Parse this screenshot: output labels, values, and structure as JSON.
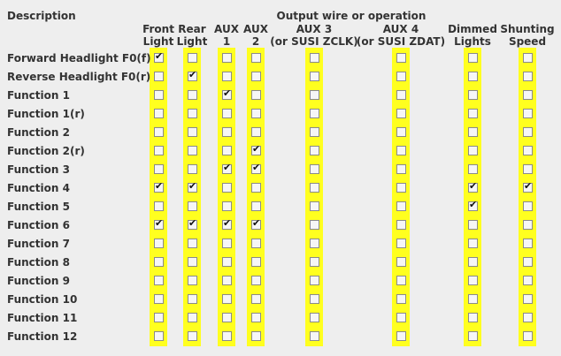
{
  "header": {
    "description": "Description",
    "group_title": "Output wire or operation"
  },
  "columns": [
    {
      "line1": "Front",
      "line2": "Light"
    },
    {
      "line1": "Rear",
      "line2": "Light"
    },
    {
      "line1": "AUX",
      "line2": "1"
    },
    {
      "line1": "AUX",
      "line2": "2"
    },
    {
      "line1": "AUX 3",
      "line2": "(or SUSI ZCLK)"
    },
    {
      "line1": "AUX 4",
      "line2": "(or SUSI ZDAT)"
    },
    {
      "line1": "Dimmed",
      "line2": "Lights"
    },
    {
      "line1": "Shunting",
      "line2": "Speed"
    }
  ],
  "rows": [
    {
      "label": "Forward Headlight F0(f)",
      "checks": [
        true,
        false,
        false,
        false,
        false,
        false,
        false,
        false
      ]
    },
    {
      "label": "Reverse Headlight F0(r)",
      "checks": [
        false,
        true,
        false,
        false,
        false,
        false,
        false,
        false
      ]
    },
    {
      "label": "Function 1",
      "checks": [
        false,
        false,
        true,
        false,
        false,
        false,
        false,
        false
      ]
    },
    {
      "label": "Function 1(r)",
      "checks": [
        false,
        false,
        false,
        false,
        false,
        false,
        false,
        false
      ]
    },
    {
      "label": "Function 2",
      "checks": [
        false,
        false,
        false,
        false,
        false,
        false,
        false,
        false
      ]
    },
    {
      "label": "Function 2(r)",
      "checks": [
        false,
        false,
        false,
        true,
        false,
        false,
        false,
        false
      ]
    },
    {
      "label": "Function 3",
      "checks": [
        false,
        false,
        true,
        true,
        false,
        false,
        false,
        false
      ]
    },
    {
      "label": "Function 4",
      "checks": [
        true,
        true,
        false,
        false,
        false,
        false,
        true,
        true
      ]
    },
    {
      "label": "Function 5",
      "checks": [
        false,
        false,
        false,
        false,
        false,
        false,
        true,
        false
      ]
    },
    {
      "label": "Function 6",
      "checks": [
        true,
        true,
        true,
        true,
        false,
        false,
        false,
        false
      ]
    },
    {
      "label": "Function 7",
      "checks": [
        false,
        false,
        false,
        false,
        false,
        false,
        false,
        false
      ]
    },
    {
      "label": "Function 8",
      "checks": [
        false,
        false,
        false,
        false,
        false,
        false,
        false,
        false
      ]
    },
    {
      "label": "Function 9",
      "checks": [
        false,
        false,
        false,
        false,
        false,
        false,
        false,
        false
      ]
    },
    {
      "label": "Function 10",
      "checks": [
        false,
        false,
        false,
        false,
        false,
        false,
        false,
        false
      ]
    },
    {
      "label": "Function 11",
      "checks": [
        false,
        false,
        false,
        false,
        false,
        false,
        false,
        false
      ]
    },
    {
      "label": "Function 12",
      "checks": [
        false,
        false,
        false,
        false,
        false,
        false,
        false,
        false
      ]
    }
  ],
  "check_glyph": "✔",
  "highlight_color": "#ffff1f"
}
